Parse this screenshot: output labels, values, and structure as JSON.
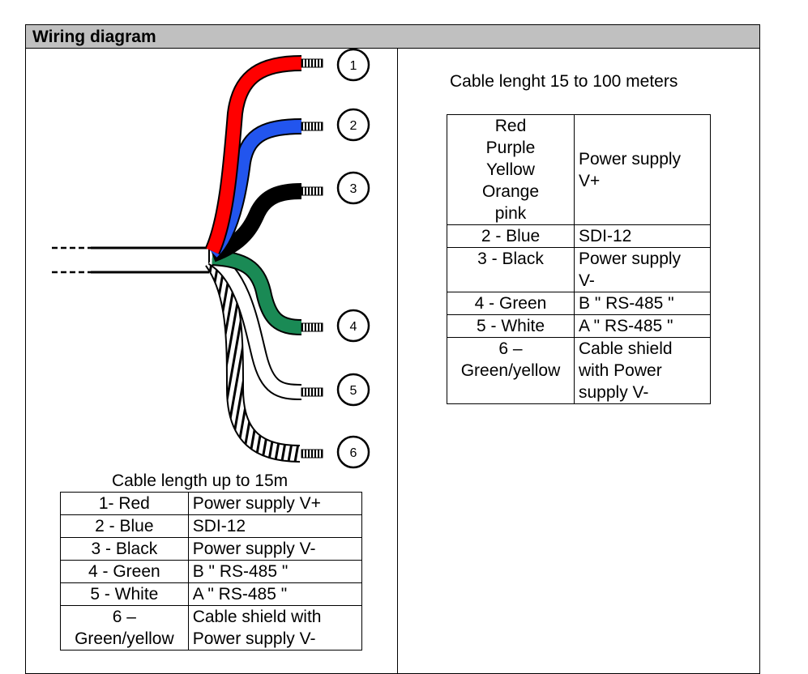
{
  "header": {
    "title": "Wiring diagram"
  },
  "diagram": {
    "wire_numbers": [
      "1",
      "2",
      "3",
      "4",
      "5",
      "6"
    ],
    "wire_colors": [
      "#ff0000",
      "#2255ee",
      "#000000",
      "#1a8a55",
      "#ffffff",
      "stripe-black-white"
    ]
  },
  "short_cable": {
    "caption": "Cable length up to 15m",
    "rows": [
      {
        "color": "1- Red",
        "function": "Power supply V+"
      },
      {
        "color": "2 - Blue",
        "function": "SDI-12"
      },
      {
        "color": "3 - Black",
        "function": "Power supply V-"
      },
      {
        "color": "4 - Green",
        "function": "B \" RS-485 \""
      },
      {
        "color": "5 - White",
        "function": "A \" RS-485 \""
      },
      {
        "color_lines": [
          "6 –",
          "Green/yellow"
        ],
        "function_lines": [
          "Cable shield with",
          "Power supply V-"
        ]
      }
    ]
  },
  "long_cable": {
    "caption": "Cable lenght 15 to 100 meters",
    "rows": [
      {
        "color_lines": [
          "Red",
          "Purple",
          "Yellow",
          "Orange",
          "pink"
        ],
        "function_lines": [
          "Power supply",
          "V+"
        ]
      },
      {
        "color": "2 - Blue",
        "function": "SDI-12"
      },
      {
        "color": "3 - Black",
        "function_lines": [
          "Power supply",
          "V-"
        ]
      },
      {
        "color": "4 - Green",
        "function": "B \" RS-485 \""
      },
      {
        "color": "5 - White",
        "function": "A \" RS-485 \""
      },
      {
        "color_lines": [
          "6 –",
          "Green/yellow"
        ],
        "function_lines": [
          "Cable shield",
          "with Power",
          "supply V-"
        ]
      }
    ]
  }
}
